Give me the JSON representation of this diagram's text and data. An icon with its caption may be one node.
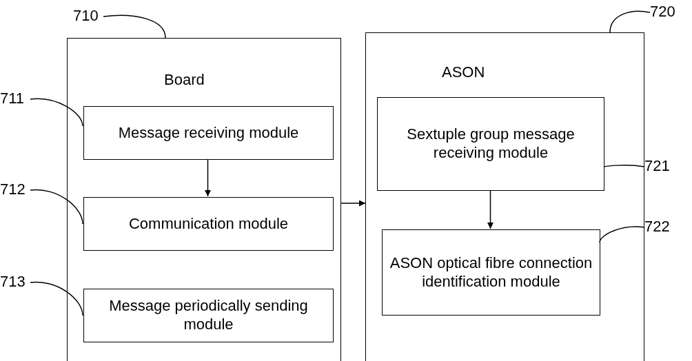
{
  "diagram": {
    "nodes": [
      {
        "text": [
          "Board"
        ]
      },
      {
        "text": [
          "Message receiving module"
        ],
        "in": 0
      },
      {
        "text": [
          "Communication module"
        ],
        "in": 0
      },
      {
        "text": [
          "Message periodically sending module"
        ],
        "in": 0
      },
      {
        "text": [
          "ASON"
        ]
      },
      {
        "text": [
          "Sextuple group message receiving module"
        ],
        "in": 4
      },
      {
        "text": [
          "ASON optical fibre connection identification module"
        ],
        "in": 4
      },
      {
        "text": [
          "710"
        ]
      },
      {
        "text": [
          "711"
        ]
      },
      {
        "text": [
          "712"
        ]
      },
      {
        "text": [
          "713"
        ]
      },
      {
        "text": [
          "720"
        ]
      },
      {
        "text": [
          "721"
        ]
      },
      {
        "text": [
          "722"
        ]
      }
    ],
    "edges": [
      {
        "from": 1,
        "to": 2,
        "arrow": "to"
      },
      {
        "from": 0,
        "to": 4,
        "arrow": "to"
      },
      {
        "from": 5,
        "to": 6,
        "arrow": "to"
      },
      {
        "from": 7,
        "to": 0,
        "arrow": "none"
      },
      {
        "from": 8,
        "to": 1,
        "arrow": "none"
      },
      {
        "from": 9,
        "to": 2,
        "arrow": "none"
      },
      {
        "from": 10,
        "to": 3,
        "arrow": "none"
      },
      {
        "from": 11,
        "to": 4,
        "arrow": "none"
      },
      {
        "from": 12,
        "to": 5,
        "arrow": "none"
      },
      {
        "from": 13,
        "to": 6,
        "arrow": "none"
      }
    ]
  }
}
